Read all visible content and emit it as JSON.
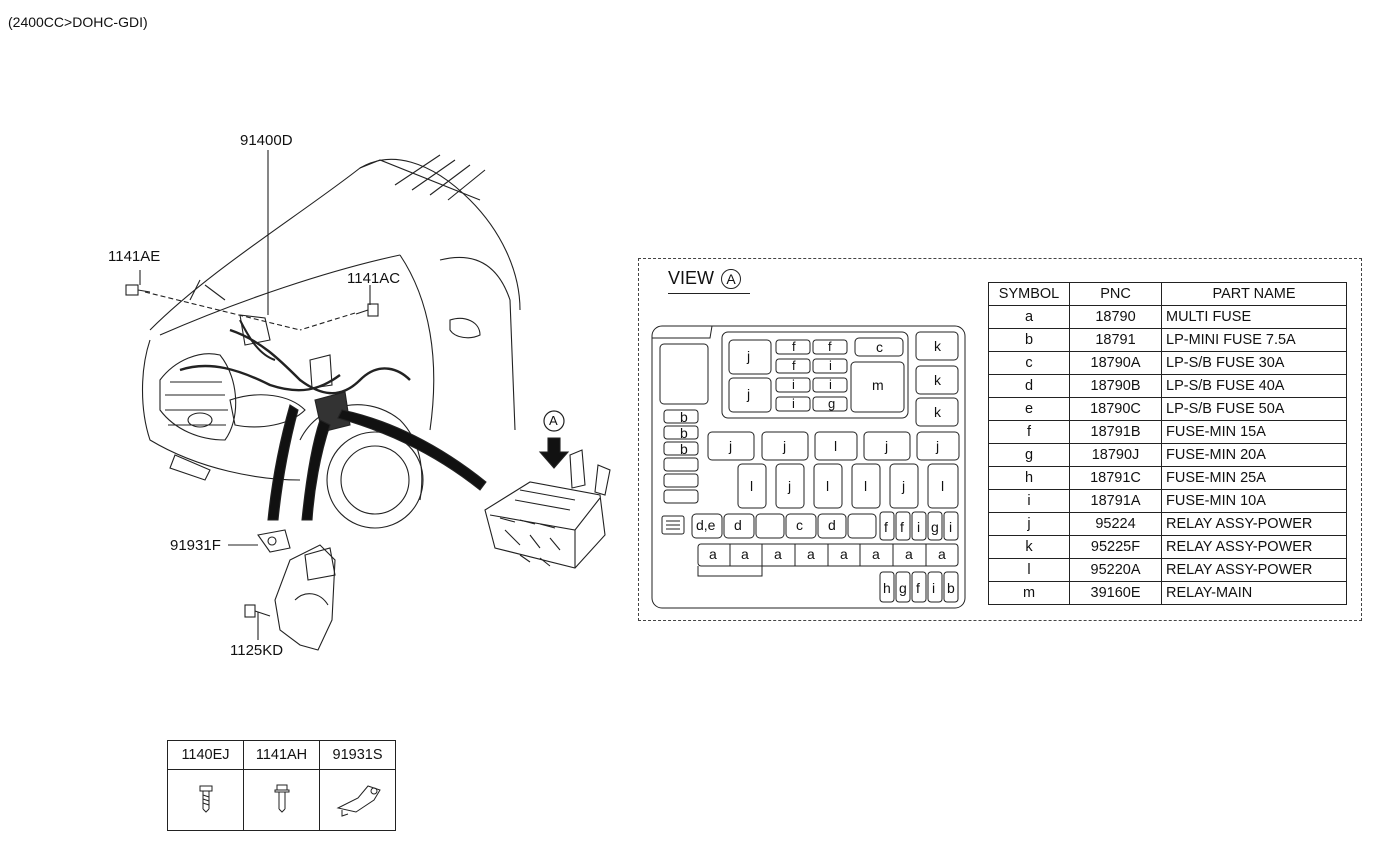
{
  "header": {
    "engine": "(2400CC>DOHC-GDI)"
  },
  "callouts": {
    "harness": "91400D",
    "bolt_left": "1141AE",
    "bolt_right": "1141AC",
    "bracket": "91931F",
    "bolt_bottom": "1125KD"
  },
  "view": {
    "title": "VIEW",
    "marker": "A",
    "arrow_marker": "A",
    "fusebox": {
      "small_b": [
        "b",
        "b",
        "b"
      ],
      "relay_top": [
        "j",
        "j"
      ],
      "mini_fuses_row1": [
        "f",
        "f"
      ],
      "fuse_c_top": "c",
      "mini_fuses_row2": [
        "f",
        "i"
      ],
      "mini_fuses_row3": [
        "i",
        "i"
      ],
      "mini_fuses_row4": [
        "i",
        "g"
      ],
      "main_relay": "m",
      "relay_k": [
        "k",
        "k",
        "k"
      ],
      "relay_row1": [
        "j",
        "j",
        "l",
        "j",
        "j"
      ],
      "relay_row2": [
        "l",
        "j",
        "l",
        "l",
        "j",
        "l"
      ],
      "row3": [
        "d,e",
        "d",
        "c",
        "d"
      ],
      "row3_fuses": [
        "f",
        "f",
        "i",
        "g",
        "i"
      ],
      "row_a": [
        "a",
        "a",
        "a",
        "a",
        "a",
        "a",
        "a",
        "a"
      ],
      "bottom_fuses": [
        "h",
        "g",
        "f",
        "i",
        "b"
      ]
    }
  },
  "parts_table": {
    "headers": [
      "SYMBOL",
      "PNC",
      "PART NAME"
    ],
    "rows": [
      {
        "symbol": "a",
        "pnc": "18790",
        "name": "MULTI FUSE"
      },
      {
        "symbol": "b",
        "pnc": "18791",
        "name": "LP-MINI FUSE 7.5A"
      },
      {
        "symbol": "c",
        "pnc": "18790A",
        "name": "LP-S/B FUSE 30A"
      },
      {
        "symbol": "d",
        "pnc": "18790B",
        "name": "LP-S/B FUSE 40A"
      },
      {
        "symbol": "e",
        "pnc": "18790C",
        "name": "LP-S/B FUSE 50A"
      },
      {
        "symbol": "f",
        "pnc": "18791B",
        "name": "FUSE-MIN 15A"
      },
      {
        "symbol": "g",
        "pnc": "18790J",
        "name": "FUSE-MIN 20A"
      },
      {
        "symbol": "h",
        "pnc": "18791C",
        "name": "FUSE-MIN 25A"
      },
      {
        "symbol": "i",
        "pnc": "18791A",
        "name": "FUSE-MIN 10A"
      },
      {
        "symbol": "j",
        "pnc": "95224",
        "name": "RELAY ASSY-POWER"
      },
      {
        "symbol": "k",
        "pnc": "95225F",
        "name": "RELAY ASSY-POWER"
      },
      {
        "symbol": "l",
        "pnc": "95220A",
        "name": "RELAY ASSY-POWER"
      },
      {
        "symbol": "m",
        "pnc": "39160E",
        "name": "RELAY-MAIN"
      }
    ]
  },
  "legend": {
    "headers": [
      "1140EJ",
      "1141AH",
      "91931S"
    ],
    "icons": [
      "bolt-icon",
      "flange-bolt-icon",
      "bracket-icon"
    ]
  }
}
